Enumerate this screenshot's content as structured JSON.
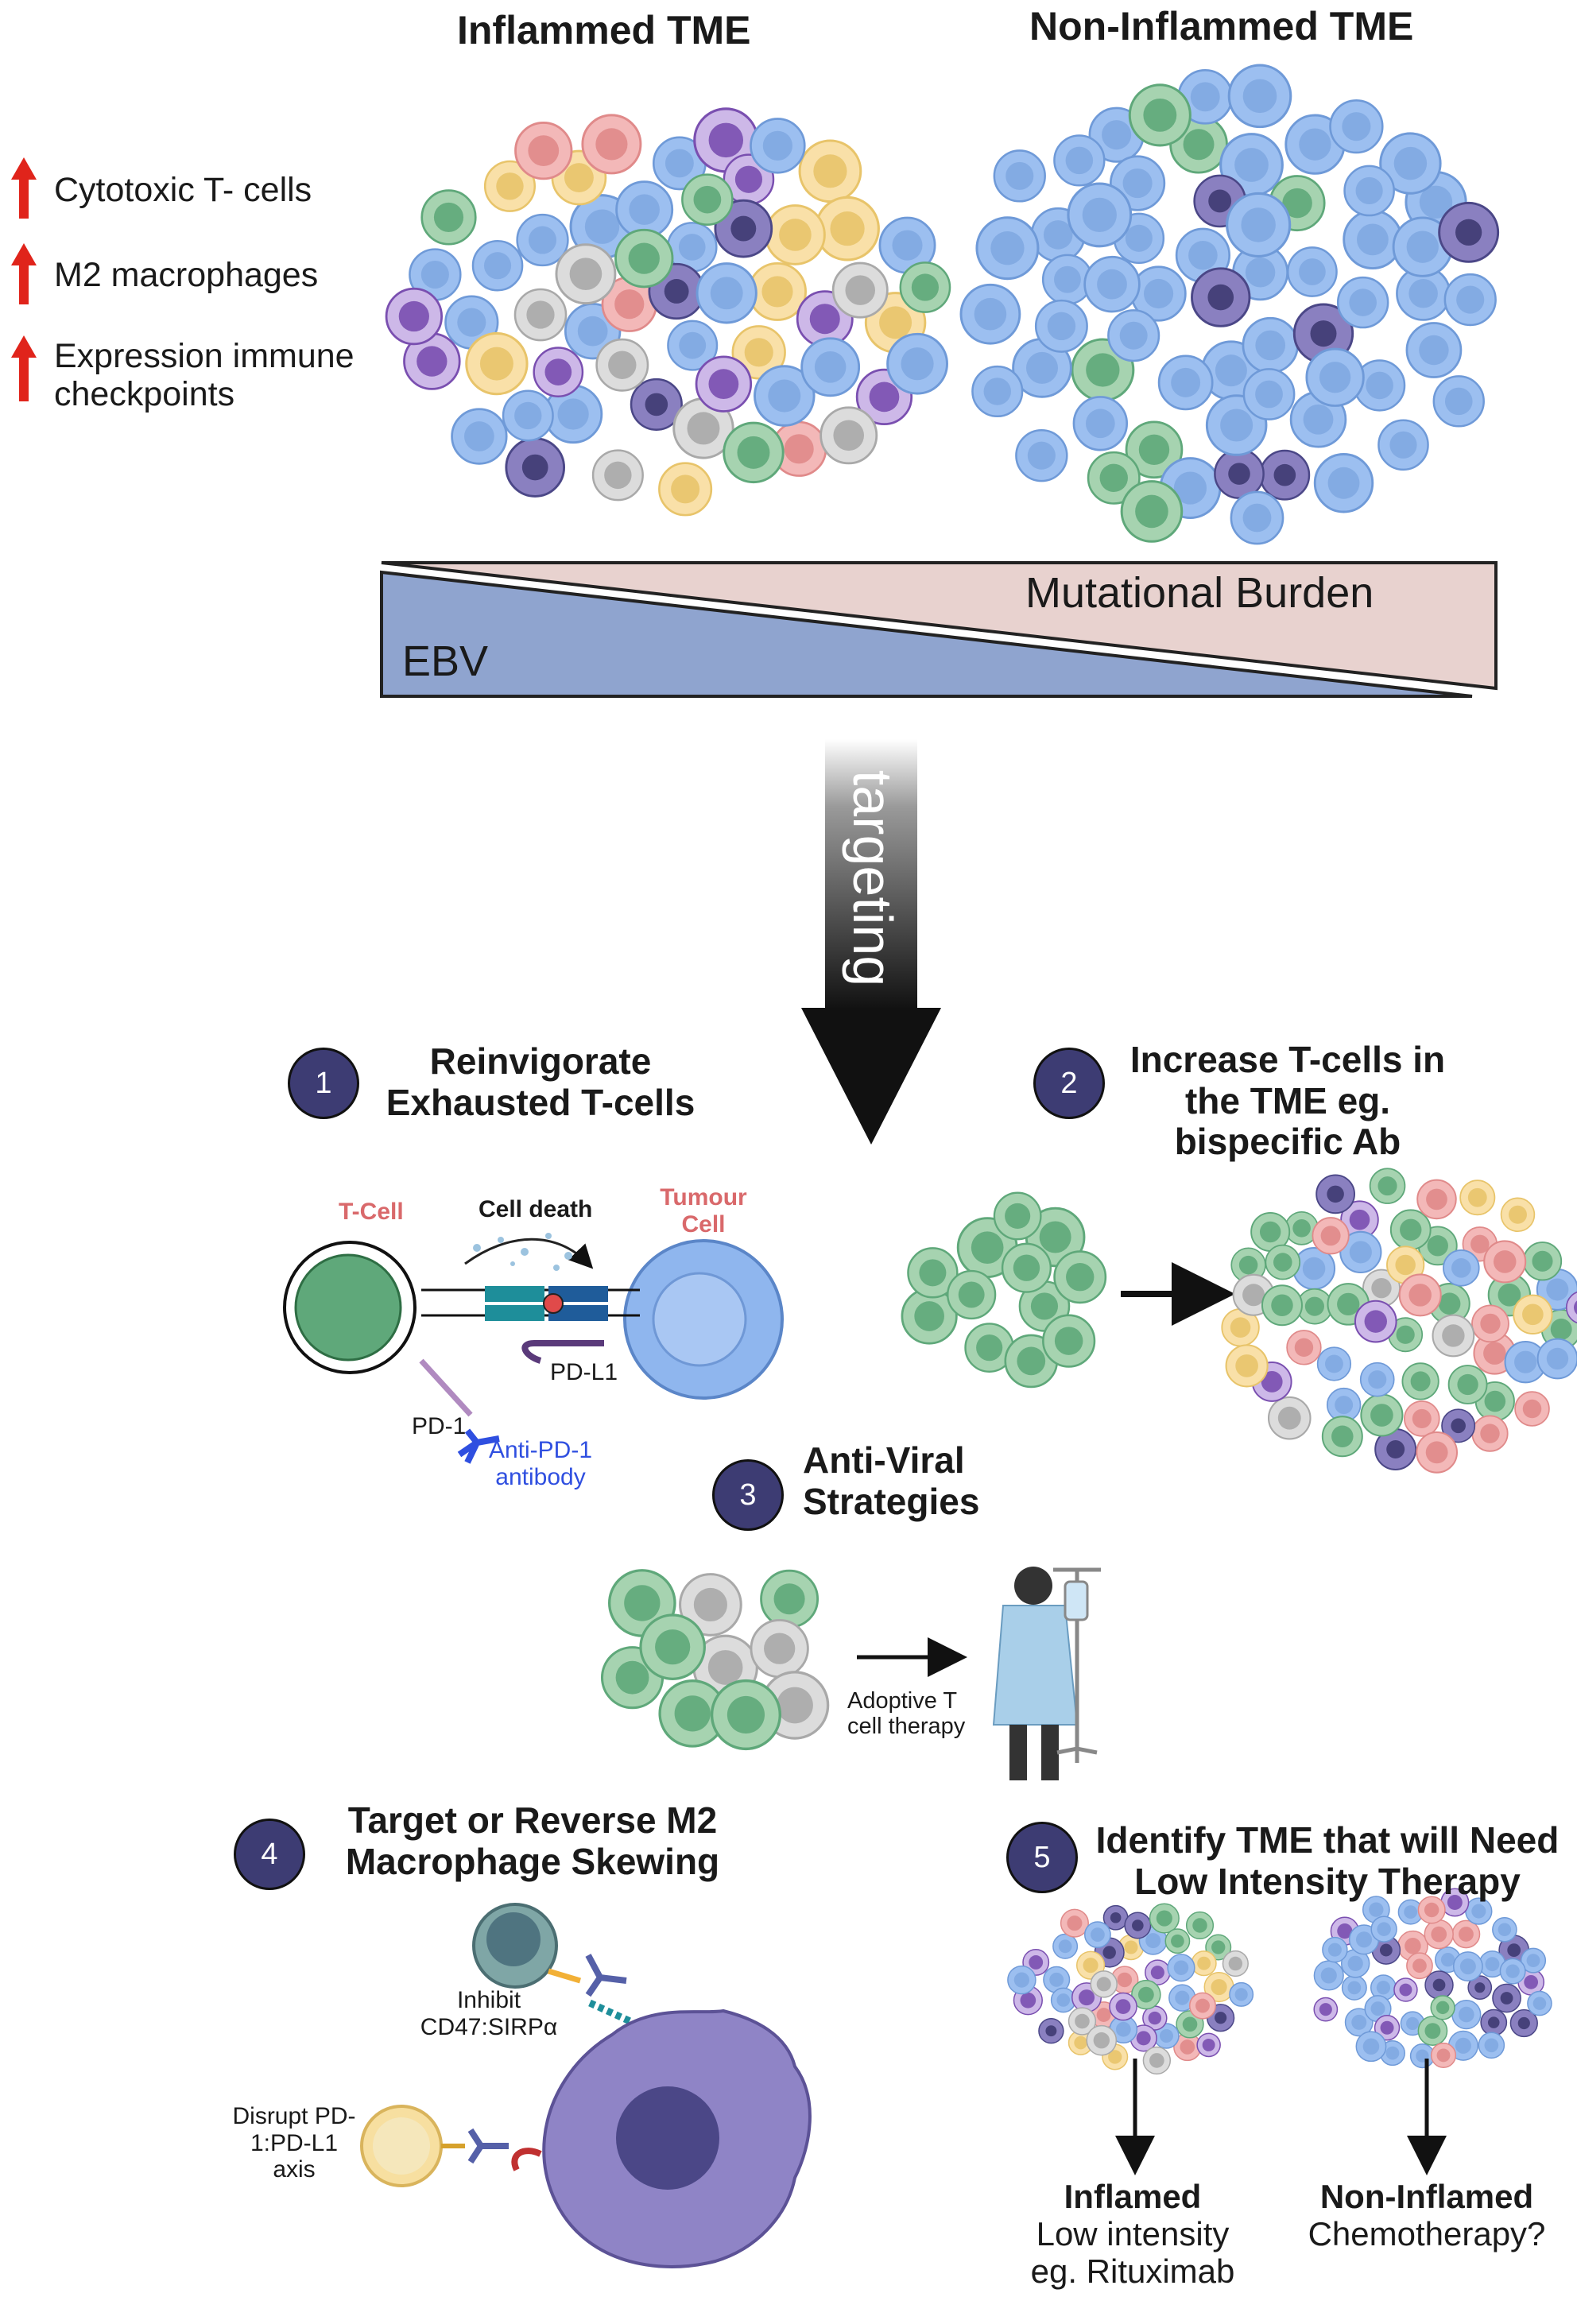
{
  "headers": {
    "inflamed": "Inflammed TME",
    "non_inflamed": "Non-Inflammed TME"
  },
  "legend": {
    "items": [
      "Cytotoxic T- cells",
      "M2 macrophages",
      "Expression immune checkpoints"
    ],
    "arrow_color": "#e0241b"
  },
  "gradient": {
    "mutational_burden": "Mutational Burden",
    "ebv": "EBV",
    "ebv_color": "#8fa4cf",
    "burden_color": "#e8d2cf"
  },
  "targeting_label": "targeting",
  "sections": [
    {
      "number": "1",
      "title": "Reinvigorate Exhausted T-cells"
    },
    {
      "number": "2",
      "title": "Increase T-cells  in the TME eg. bispecific Ab"
    },
    {
      "number": "3",
      "title": "Anti-Viral Strategies"
    },
    {
      "number": "4",
      "title": "Target or Reverse M2 Macrophage Skewing"
    },
    {
      "number": "5",
      "title": "Identify TME that will Need Low Intensity Therapy"
    }
  ],
  "section1": {
    "t_cell": "T-Cell",
    "cell_death": "Cell death",
    "tumour_cell": "Tumour Cell",
    "pd_l1": "PD-L1",
    "pd_1": "PD-1",
    "antibody": "Anti-PD-1 antibody",
    "t_cell_color": "#d9696b",
    "antibody_color": "#2f4fe0"
  },
  "section3": {
    "therapy": "Adoptive T cell therapy"
  },
  "section4": {
    "inhibit": "Inhibit CD47:SIRPα",
    "disrupt": "Disrupt PD-1:PD-L1 axis"
  },
  "section5": {
    "inflamed_title": "Inflamed",
    "inflamed_line1": "Low intensity",
    "inflamed_line2": "eg. Rituximab",
    "non_inflamed_title": "Non-Inflamed",
    "non_inflamed_line1": "Chemotherapy?"
  }
}
